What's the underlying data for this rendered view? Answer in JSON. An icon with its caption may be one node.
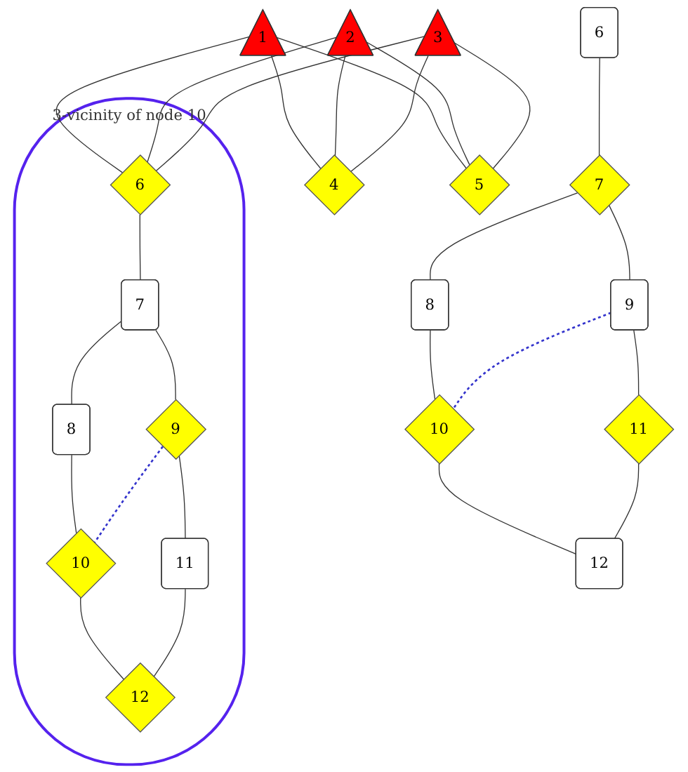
{
  "diagram": {
    "nodes": [
      {
        "text": [
          "1"
        ]
      },
      {
        "text": [
          "2"
        ]
      },
      {
        "text": [
          "3"
        ]
      },
      {
        "text": [
          "4"
        ]
      },
      {
        "text": [
          "5"
        ]
      },
      {
        "text": [
          "3-vicinity of node 10"
        ]
      },
      {
        "text": [
          "6"
        ],
        "in": 5
      },
      {
        "text": [
          "7"
        ],
        "in": 5
      },
      {
        "text": [
          "8"
        ],
        "in": 5
      },
      {
        "text": [
          "9"
        ],
        "in": 5
      },
      {
        "text": [
          "10"
        ],
        "in": 5
      },
      {
        "text": [
          "11"
        ],
        "in": 5
      },
      {
        "text": [
          "12"
        ],
        "in": 5
      },
      {
        "text": [
          "6"
        ]
      },
      {
        "text": [
          "7"
        ]
      },
      {
        "text": [
          "8"
        ]
      },
      {
        "text": [
          "9"
        ]
      },
      {
        "text": [
          "10"
        ]
      },
      {
        "text": [
          "11"
        ]
      },
      {
        "text": [
          "12"
        ]
      }
    ],
    "edges": [
      {
        "from": 0,
        "to": 3,
        "arrow": "none"
      },
      {
        "from": 0,
        "to": 4,
        "arrow": "none"
      },
      {
        "from": 0,
        "to": 6,
        "arrow": "none"
      },
      {
        "from": 1,
        "to": 3,
        "arrow": "none"
      },
      {
        "from": 1,
        "to": 4,
        "arrow": "none"
      },
      {
        "from": 1,
        "to": 6,
        "arrow": "none"
      },
      {
        "from": 2,
        "to": 3,
        "arrow": "none"
      },
      {
        "from": 2,
        "to": 4,
        "arrow": "none"
      },
      {
        "from": 2,
        "to": 6,
        "arrow": "none"
      },
      {
        "from": 6,
        "to": 7,
        "arrow": "none"
      },
      {
        "from": 7,
        "to": 8,
        "arrow": "none"
      },
      {
        "from": 7,
        "to": 9,
        "arrow": "none"
      },
      {
        "from": 8,
        "to": 10,
        "arrow": "none"
      },
      {
        "from": 9,
        "to": 10,
        "arrow": "none",
        "style": "dashed",
        "color": "#3333cc"
      },
      {
        "from": 9,
        "to": 11,
        "arrow": "none"
      },
      {
        "from": 10,
        "to": 12,
        "arrow": "none"
      },
      {
        "from": 11,
        "to": 12,
        "arrow": "none"
      },
      {
        "from": 13,
        "to": 14,
        "arrow": "none"
      },
      {
        "from": 14,
        "to": 15,
        "arrow": "none"
      },
      {
        "from": 14,
        "to": 16,
        "arrow": "none"
      },
      {
        "from": 15,
        "to": 17,
        "arrow": "none"
      },
      {
        "from": 16,
        "to": 17,
        "arrow": "none",
        "style": "dashed",
        "color": "#3333cc"
      },
      {
        "from": 16,
        "to": 18,
        "arrow": "none"
      },
      {
        "from": 17,
        "to": 19,
        "arrow": "none"
      },
      {
        "from": 18,
        "to": 19,
        "arrow": "none"
      }
    ]
  }
}
